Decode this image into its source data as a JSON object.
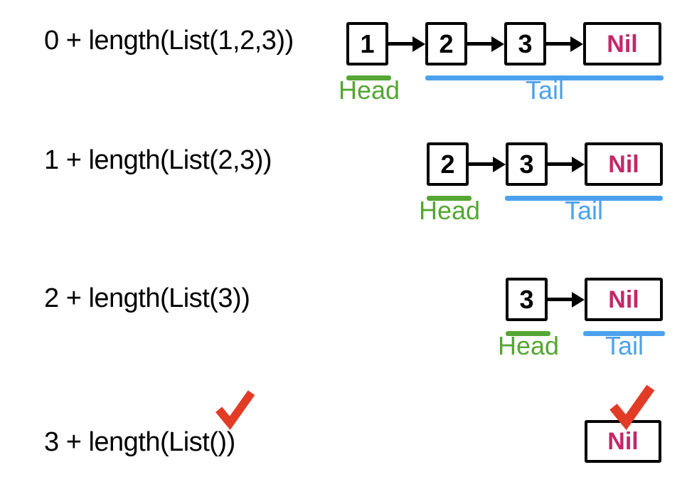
{
  "figure": {
    "description_colors": {
      "head_green": "#55A633",
      "tail_blue": "#4BA1EE",
      "nil_magenta": "#C42869",
      "checkmark_red": "#E23C26",
      "box_stroke": "#000000"
    },
    "rows": [
      {
        "expression": "0 + length(List(1,2,3))",
        "cells": [
          {
            "value": "1"
          },
          {
            "value": "2"
          },
          {
            "value": "3"
          },
          {
            "value": "Nil"
          }
        ],
        "head_label": "Head",
        "tail_label": "Tail"
      },
      {
        "expression": "1 + length(List(2,3))",
        "cells": [
          {
            "value": "2"
          },
          {
            "value": "3"
          },
          {
            "value": "Nil"
          }
        ],
        "head_label": "Head",
        "tail_label": "Tail"
      },
      {
        "expression": "2 + length(List(3))",
        "cells": [
          {
            "value": "3"
          },
          {
            "value": "Nil"
          }
        ],
        "head_label": "Head",
        "tail_label": "Tail"
      },
      {
        "expression": "3 + length(List())",
        "cells": [
          {
            "value": "Nil"
          }
        ]
      }
    ]
  }
}
